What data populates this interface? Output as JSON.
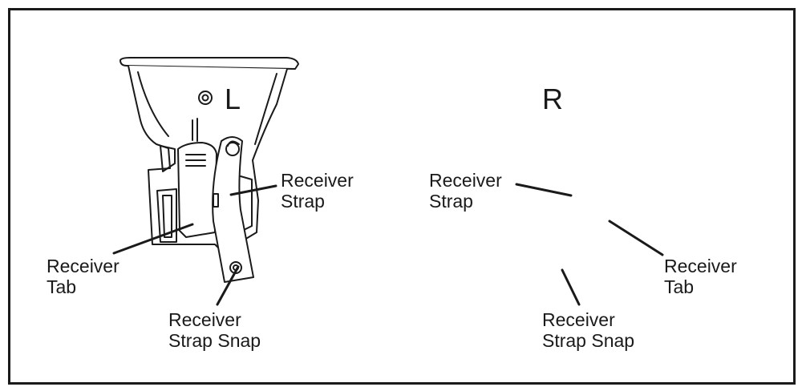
{
  "left": {
    "side": "L",
    "strap": [
      "Receiver",
      "Strap"
    ],
    "tab": [
      "Receiver",
      "Tab"
    ],
    "snap": [
      "Receiver",
      "Strap Snap"
    ]
  },
  "right": {
    "side": "R",
    "strap": [
      "Receiver",
      "Strap"
    ],
    "tab": [
      "Receiver",
      "Tab"
    ],
    "snap": [
      "Receiver",
      "Strap Snap"
    ]
  },
  "colors": {
    "ink": "#1a1a1a",
    "paper": "#ffffff"
  }
}
